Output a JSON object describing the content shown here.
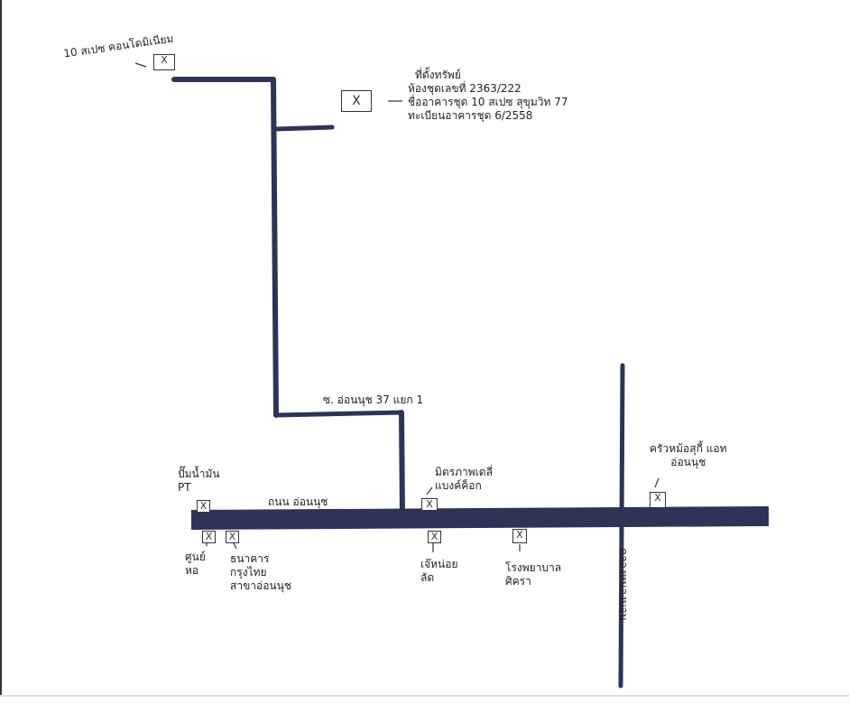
{
  "colors": {
    "road": "#2e3358",
    "ink": "#222222"
  },
  "marker_symbol": "X",
  "labels": {
    "condo": "10 สเปซ คอนโดมิเนียม",
    "property": {
      "title": "ที่ตั้งทรัพย์",
      "unit_no": "ห้องชุดเลขที่ 2363/222",
      "building": "ชื่ออาคารชุด 10 สเปซ สุขุมวิท 77",
      "registration": "ทะเบียนอาคารชุด 6/2558"
    },
    "soi": "ซ. อ่อนนุช 37 แยก 1",
    "main_road": "ถนน อ่อนนุช",
    "canal": "คลองหนองบอน",
    "gas_station": [
      "ปั๊มน้ำมัน",
      "PT"
    ],
    "center": [
      "ศูนย์",
      "หอ"
    ],
    "bank": [
      "ธนาคาร",
      "กรุงไทย",
      "สาขาอ่อนนุช"
    ],
    "mittraphap": [
      "มิตรภาพเดลี่",
      "แบงค์ค็อก"
    ],
    "shop": [
      "เจ๊หน่อย",
      "ลัด"
    ],
    "hospital": [
      "โรงพยาบาล",
      "ศิครา"
    ],
    "suki": [
      "ครัวหม้อสุกี้ แอท",
      "อ่อนนุช"
    ]
  }
}
